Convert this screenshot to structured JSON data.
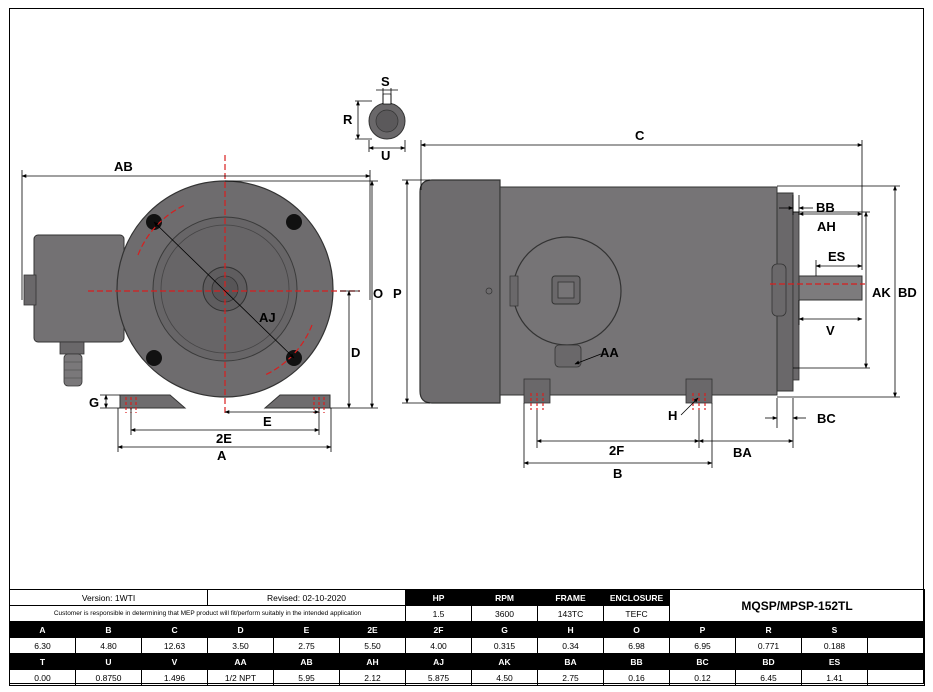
{
  "dimension_labels": {
    "S": "S",
    "R": "R",
    "U": "U",
    "AB": "AB",
    "O": "O",
    "P": "P",
    "AJ": "AJ",
    "D": "D",
    "G": "G",
    "E": "E",
    "2E": "2E",
    "A": "A",
    "C": "C",
    "BB": "BB",
    "AH": "AH",
    "ES": "ES",
    "AK": "AK",
    "BD": "BD",
    "V": "V",
    "AA": "AA",
    "H": "H",
    "BC": "BC",
    "2F": "2F",
    "BA": "BA",
    "B": "B"
  },
  "title_block": {
    "version": "Version: 1WTI",
    "revised": "Revised: 02-10-2020",
    "note": "Customer is responsible in determining that MEP product will fit/perform suitably in the intended application",
    "model": "MQSP/MPSP-152TL",
    "specs": [
      {
        "label": "HP",
        "value": "1.5"
      },
      {
        "label": "RPM",
        "value": "3600"
      },
      {
        "label": "FRAME",
        "value": "143TC"
      },
      {
        "label": "ENCLOSURE",
        "value": "TEFC"
      }
    ]
  },
  "dimensions_table": {
    "rows": [
      {
        "headers": [
          "A",
          "B",
          "C",
          "D",
          "E",
          "2E",
          "2F",
          "G",
          "H",
          "O",
          "P",
          "R",
          "S"
        ],
        "values": [
          "6.30",
          "4.80",
          "12.63",
          "3.50",
          "2.75",
          "5.50",
          "4.00",
          "0.315",
          "0.34",
          "6.98",
          "6.95",
          "0.771",
          "0.188"
        ]
      },
      {
        "headers": [
          "T",
          "U",
          "V",
          "AA",
          "AB",
          "AH",
          "AJ",
          "AK",
          "BA",
          "BB",
          "BC",
          "BD",
          "ES"
        ],
        "values": [
          "0.00",
          "0.8750",
          "1.496",
          "1/2 NPT",
          "5.95",
          "2.12",
          "5.875",
          "4.50",
          "2.75",
          "0.16",
          "0.12",
          "6.45",
          "1.41"
        ]
      }
    ]
  }
}
